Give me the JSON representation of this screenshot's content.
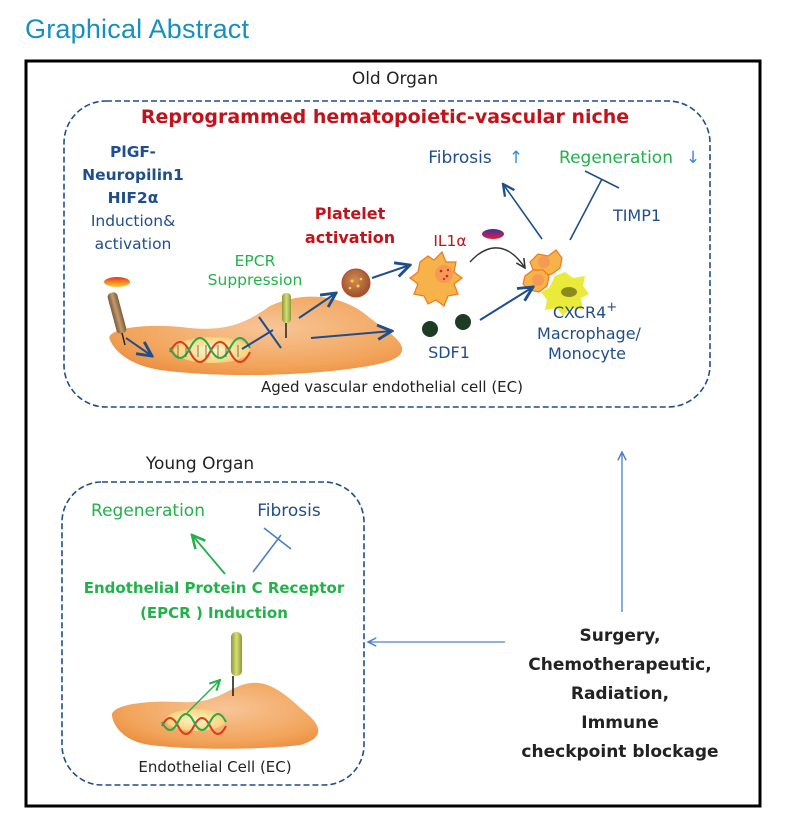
{
  "page": {
    "title": "Graphical Abstract",
    "title_color": "#1590c0"
  },
  "colors": {
    "frame": "#000000",
    "dashed_border": "#1f4e8c",
    "navy_text": "#1f4e8c",
    "red_text": "#c0131b",
    "green_text": "#21b24a",
    "arrow_navy": "#1f4e8c",
    "arrow_light_blue": "#4a80c8",
    "cell_body": "#f2a45a",
    "macrophage_yellow": "#e9ea3a",
    "sdf1_dot": "#1e3b24"
  },
  "old_organ": {
    "label": "Old Organ",
    "heading": "Reprogrammed hematopoietic-vascular niche",
    "left_factors": {
      "line1": "PlGF-",
      "line2": "Neuropilin1",
      "line3": "HIF2α",
      "line4": "Induction&",
      "line5": "activation"
    },
    "epcr": {
      "line1": "EPCR",
      "line2": "Suppression"
    },
    "platelet": {
      "line1": "Platelet",
      "line2": "activation"
    },
    "il1a": "IL1α",
    "fibrosis": "Fibrosis",
    "fibrosis_arrow": "↑",
    "regeneration": "Regeneration",
    "regeneration_arrow": "↓",
    "timp1": "TIMP1",
    "sdf1": "SDF1",
    "cxcr4": "CXCR4",
    "cxcr4_sup": "+",
    "macrophage_line1": "Macrophage/",
    "macrophage_line2": "Monocyte",
    "cell_caption": "Aged vascular endothelial cell (EC)"
  },
  "young_organ": {
    "label": "Young Organ",
    "regeneration": "Regeneration",
    "fibrosis": "Fibrosis",
    "epcr_line1": "Endothelial Protein C Receptor",
    "epcr_line2": "(EPCR ) Induction",
    "cell_caption": "Endothelial Cell (EC)"
  },
  "interventions": {
    "line1": "Surgery,",
    "line2": "Chemotherapeutic,",
    "line3": "Radiation,",
    "line4": "Immune",
    "line5": "checkpoint blockage"
  }
}
